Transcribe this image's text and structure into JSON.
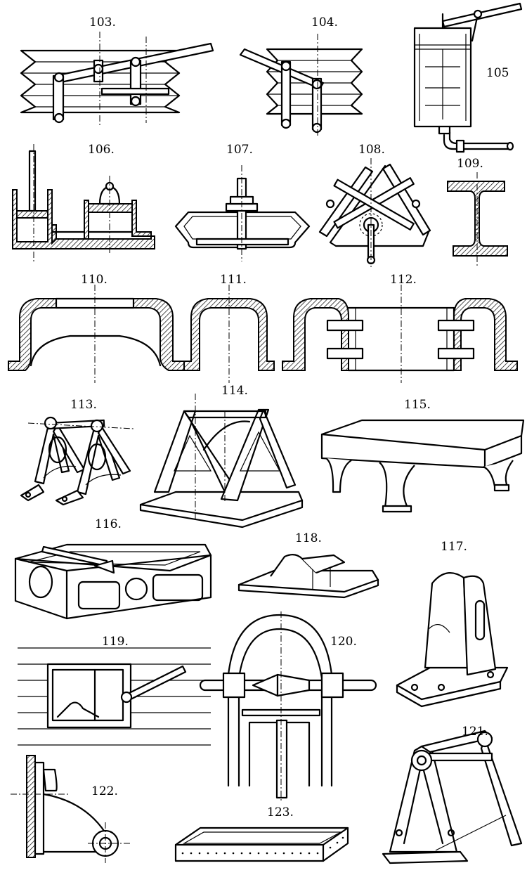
{
  "figures": [
    {
      "id": "fig-103",
      "label": "103."
    },
    {
      "id": "fig-104",
      "label": "104."
    },
    {
      "id": "fig-105",
      "label": "105"
    },
    {
      "id": "fig-106",
      "label": "106."
    },
    {
      "id": "fig-107",
      "label": "107."
    },
    {
      "id": "fig-108",
      "label": "108."
    },
    {
      "id": "fig-109",
      "label": "109."
    },
    {
      "id": "fig-110",
      "label": "110."
    },
    {
      "id": "fig-111",
      "label": "111."
    },
    {
      "id": "fig-112",
      "label": "112."
    },
    {
      "id": "fig-113",
      "label": "113."
    },
    {
      "id": "fig-114",
      "label": "114."
    },
    {
      "id": "fig-115",
      "label": "115."
    },
    {
      "id": "fig-116",
      "label": "116."
    },
    {
      "id": "fig-118",
      "label": "118."
    },
    {
      "id": "fig-117",
      "label": "117."
    },
    {
      "id": "fig-119",
      "label": "119."
    },
    {
      "id": "fig-120",
      "label": "120."
    },
    {
      "id": "fig-121",
      "label": "121."
    },
    {
      "id": "fig-122",
      "label": "122."
    },
    {
      "id": "fig-123",
      "label": "123."
    }
  ]
}
